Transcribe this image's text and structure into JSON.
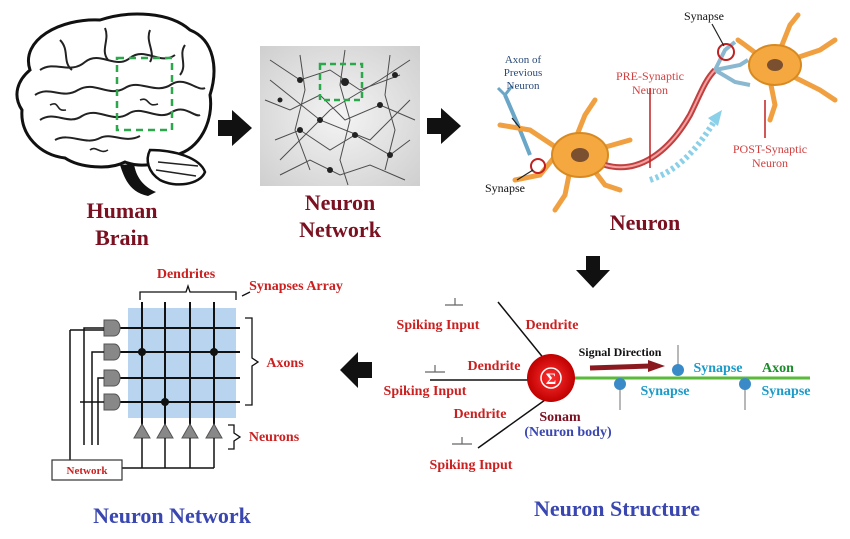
{
  "top_row": {
    "human_brain": [
      "Human",
      "Brain"
    ],
    "neuron_network": [
      "Neuron",
      "Network"
    ],
    "neuron_title": "Neuron",
    "neuron_labels": {
      "axon_previous": [
        "Axon of",
        "Previous",
        "Neuron"
      ],
      "synapse_top": "Synapse",
      "synapse_bottom": "Synapse",
      "pre_synaptic": [
        "PRE-Synaptic",
        "Neuron"
      ],
      "post_synaptic": [
        "POST-Synaptic",
        "Neuron"
      ]
    }
  },
  "structure": {
    "title": "Neuron Structure",
    "spiking_input_1": "Spiking Input",
    "spiking_input_2": "Spiking Input",
    "spiking_input_3": "Spiking Input",
    "dendrite_1": "Dendrite",
    "dendrite_2": "Dendrite",
    "dendrite_3": "Dendrite",
    "sigma": "Σ",
    "soma": "Sonam",
    "soma_sub": "(Neuron body)",
    "signal_direction": "Signal Direction",
    "synapse_1": "Synapse",
    "synapse_2": "Synapse",
    "synapse_3": "Synapse",
    "axon": "Axon"
  },
  "network": {
    "title": "Neuron Network",
    "dendrites": "Dendrites",
    "synapses_array": "Synapses Array",
    "axons": "Axons",
    "neurons": "Neurons",
    "network_box": "Network"
  },
  "colors": {
    "dark_red": "#7a1020",
    "red": "#cc2020",
    "blue": "#3a47b0",
    "cyan": "#1a9ac8",
    "green": "#1a8a2a",
    "neuron_orange": "#f0a040",
    "array_blue": "#b8d4ee"
  }
}
